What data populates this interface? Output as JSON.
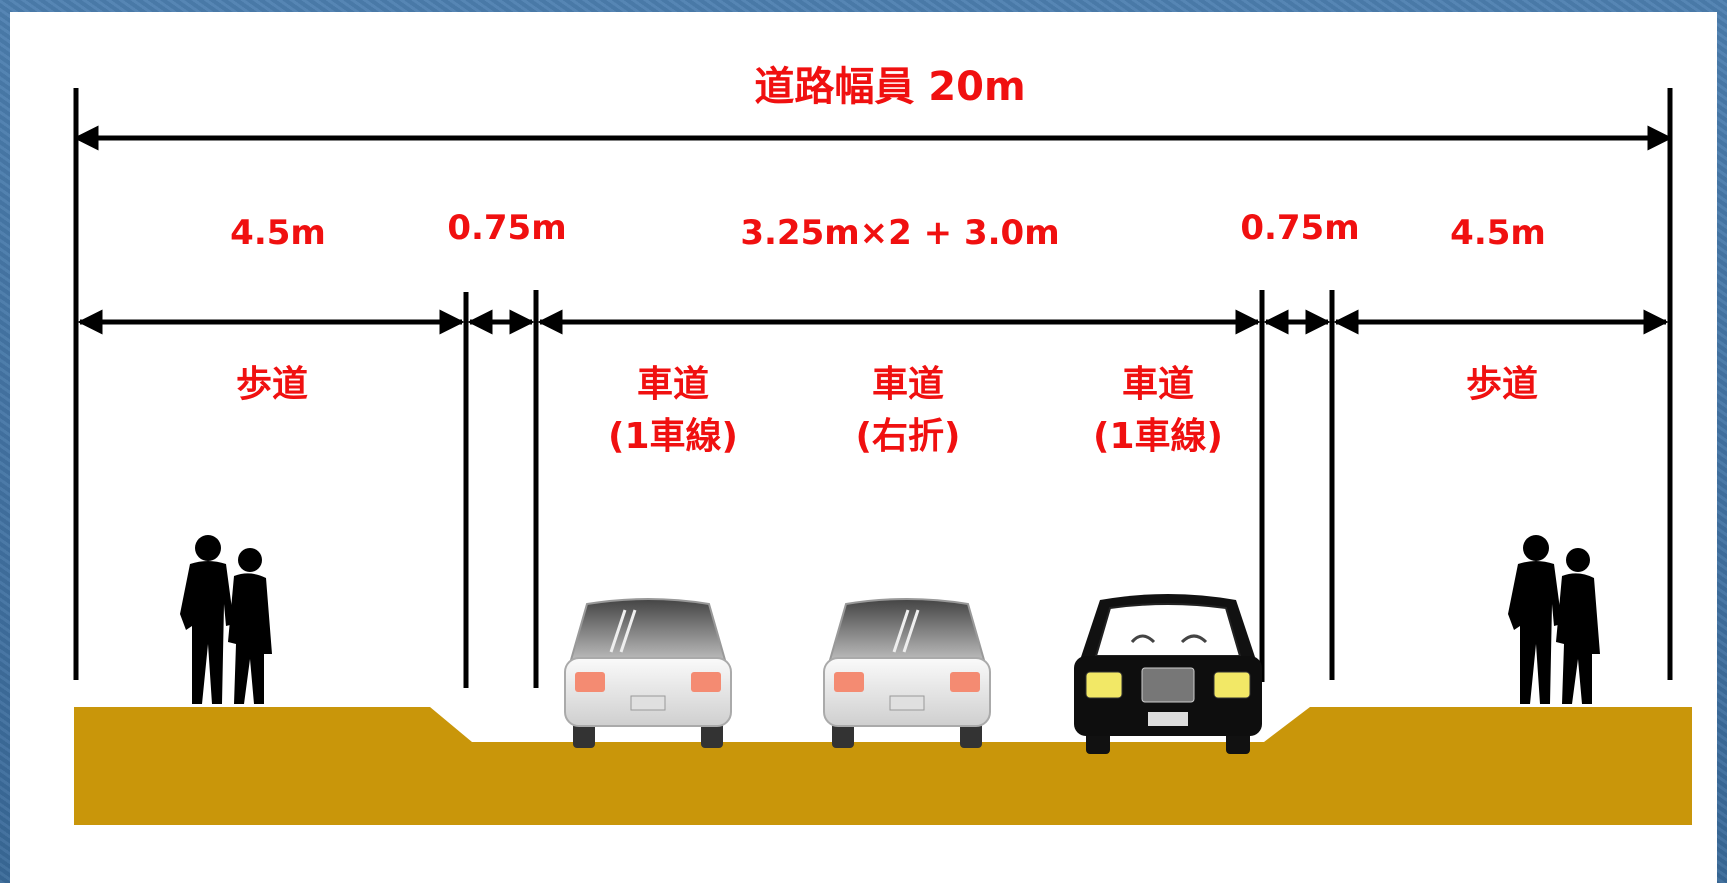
{
  "total_width_label": "道路幅員 20m",
  "segment_labels": {
    "left_sidewalk_width": "4.5m",
    "left_buffer_width": "0.75m",
    "carriageway_width": "3.25m×2 + 3.0m",
    "right_buffer_width": "0.75m",
    "right_sidewalk_width": "4.5m"
  },
  "zone_labels": {
    "left_sidewalk": "歩道",
    "lane_1": "車道",
    "lane_1_sub": "(1車線)",
    "lane_2": "車道",
    "lane_2_sub": "(右折)",
    "lane_3": "車道",
    "lane_3_sub": "(1車線)",
    "right_sidewalk": "歩道"
  },
  "colors": {
    "label_red": "#f01010",
    "ground": "#c9960a",
    "background_blue": "#3f6f9e"
  },
  "icons": [
    "pedestrian-pair-icon",
    "car-rear-icon",
    "car-front-icon"
  ]
}
